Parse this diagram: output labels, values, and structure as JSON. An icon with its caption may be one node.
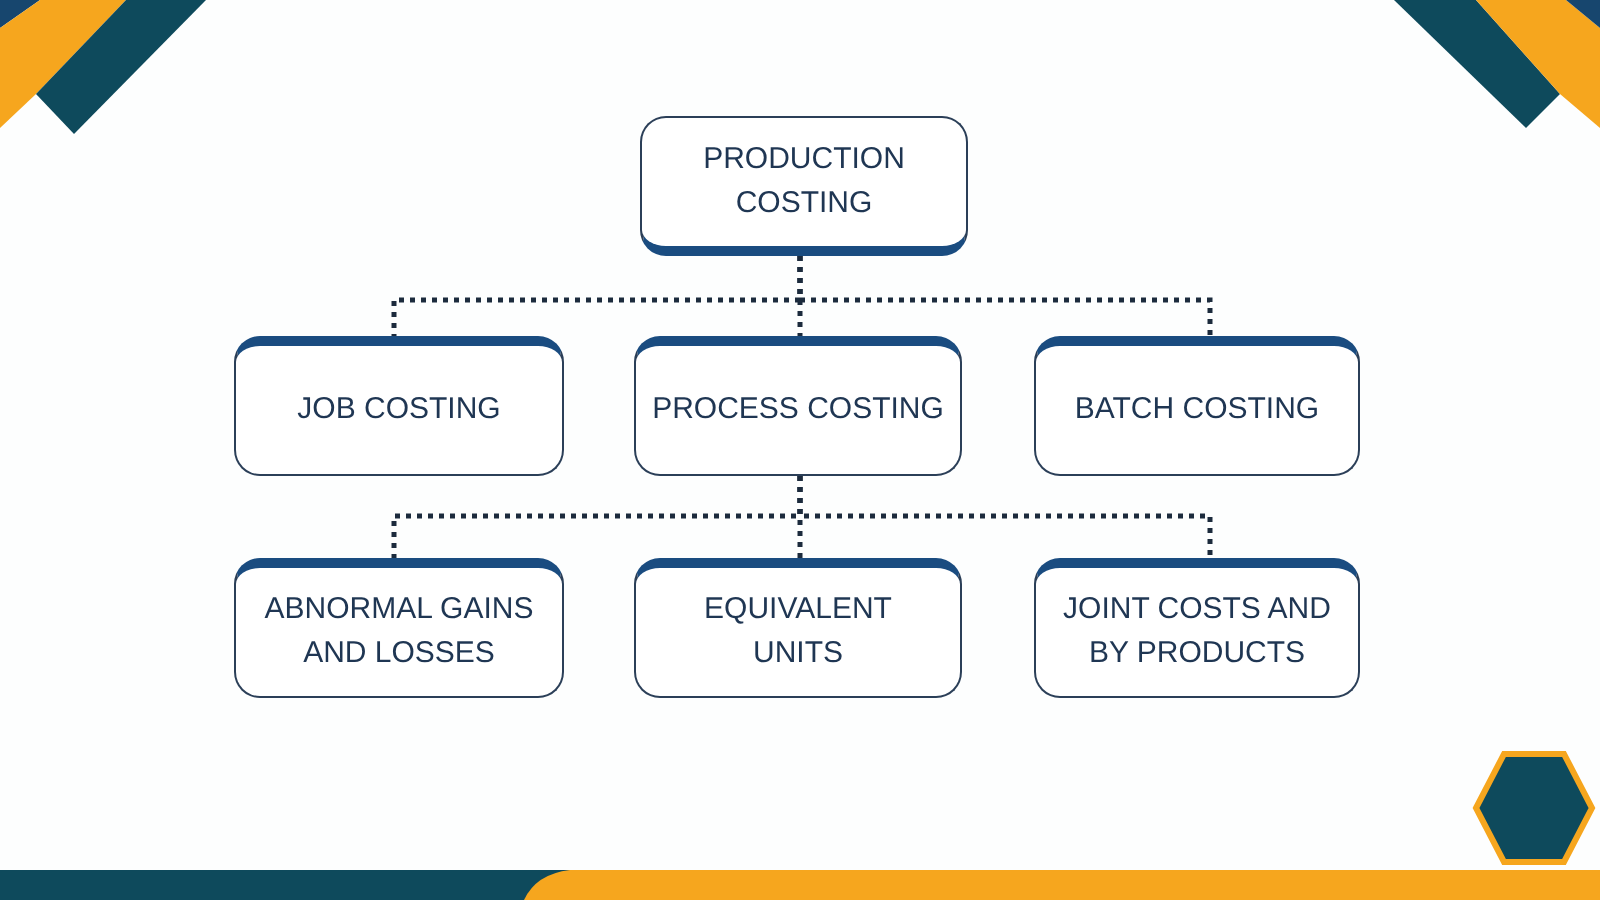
{
  "diagram": {
    "nodes": [
      {
        "text": [
          "PRODUCTION COSTING"
        ]
      },
      {
        "text": [
          "JOB COSTING"
        ]
      },
      {
        "text": [
          "PROCESS COSTING"
        ]
      },
      {
        "text": [
          "BATCH COSTING"
        ]
      },
      {
        "text": [
          "ABNORMAL GAINS AND LOSSES"
        ]
      },
      {
        "text": [
          "EQUIVALENT UNITS"
        ]
      },
      {
        "text": [
          "JOINT COSTS AND BY PRODUCTS"
        ]
      }
    ],
    "edges": [
      {
        "from": 0,
        "to": 1,
        "arrow": "none",
        "style": "dashed"
      },
      {
        "from": 0,
        "to": 2,
        "arrow": "none",
        "style": "dashed"
      },
      {
        "from": 0,
        "to": 3,
        "arrow": "none",
        "style": "dashed"
      },
      {
        "from": 2,
        "to": 4,
        "arrow": "none",
        "style": "dashed"
      },
      {
        "from": 2,
        "to": 5,
        "arrow": "none",
        "style": "dashed"
      },
      {
        "from": 2,
        "to": 6,
        "arrow": "none",
        "style": "dashed"
      }
    ]
  }
}
